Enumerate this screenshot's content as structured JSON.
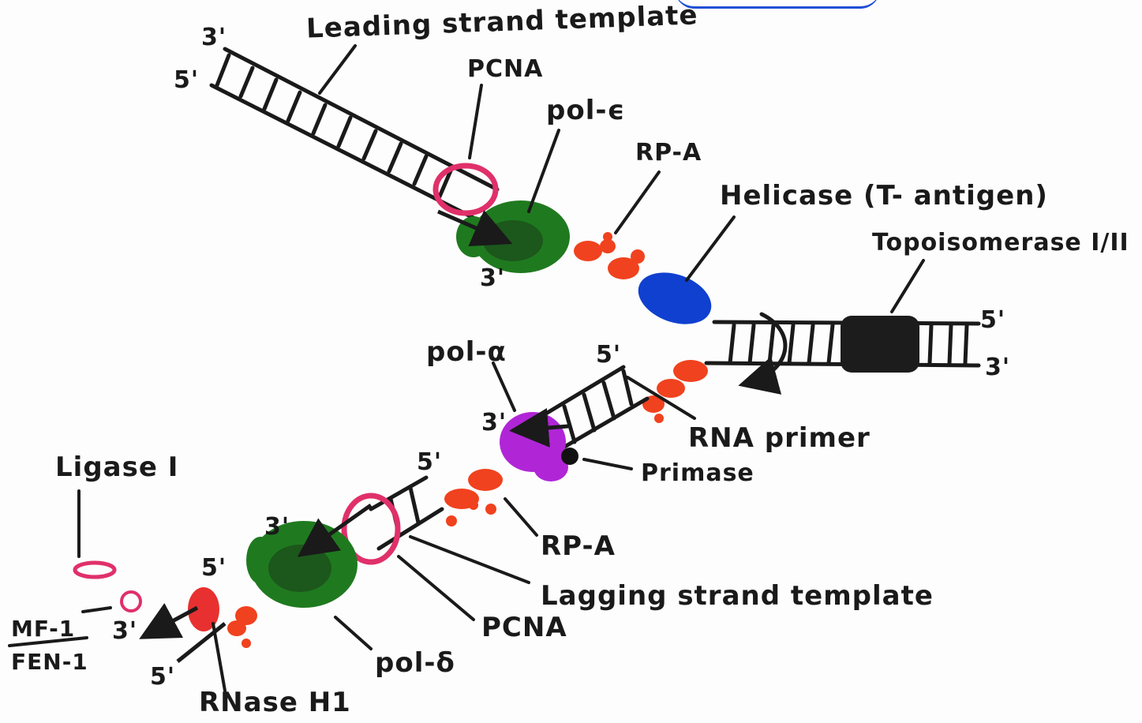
{
  "header_fragment": "",
  "labels": {
    "leading_strand_template": "Leading strand template",
    "pcna_top": "PCNA",
    "pol_epsilon": "pol-ϵ",
    "rpa_top": "RP-A",
    "helicase": "Helicase (T- antigen)",
    "topoisomerase": "Topoisomerase I/II",
    "pol_alpha": "pol-α",
    "rna_primer": "RNA primer",
    "primase": "Primase",
    "rpa_bottom": "RP-A",
    "lagging_strand_template": "Lagging strand template",
    "pcna_bottom": "PCNA",
    "pol_delta": "pol-δ",
    "ligase": "Ligase I",
    "mf1": "MF-1",
    "fen1": "FEN-1",
    "rnase_h1": "RNase H1"
  },
  "ends": {
    "lead_3": "3'",
    "lead_5": "5'",
    "lead_new_3": "3'",
    "dup_5": "5'",
    "dup_3": "3'",
    "okazaki1_5": "5'",
    "okazaki1_3": "3'",
    "okazaki2_5": "5'",
    "okazaki2_3": "3'",
    "frag_5_top": "5'",
    "frag_3": "3'",
    "frag_5_bottom": "5'"
  },
  "colors": {
    "ink": "#1a1a1a",
    "pcna": "#e0306a",
    "polymerase": "#1f7a1f",
    "rpa": "#f0421e",
    "helicase": "#1040d0",
    "topoisomerase": "#1c1c1c",
    "pol_alpha": "#b026d6",
    "rnase": "#e83030"
  }
}
